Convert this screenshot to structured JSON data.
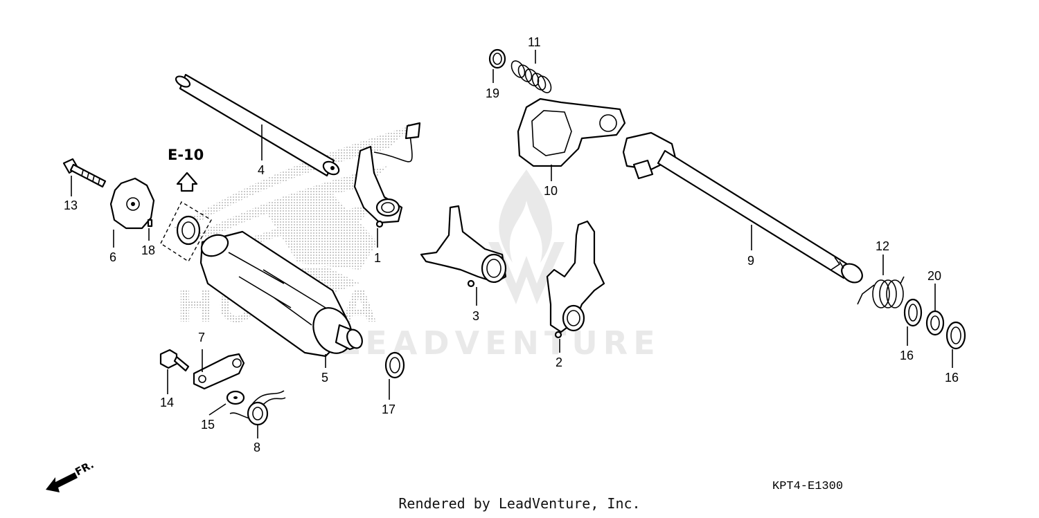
{
  "diagram": {
    "reference": "E-10",
    "front_marker": "FR.",
    "diagram_code": "KPT4-E1300",
    "footer": "Rendered by LeadVenture, Inc.",
    "watermark": "LEADVENTURE",
    "background_mark": "HONDA",
    "callouts": [
      "1",
      "2",
      "3",
      "4",
      "5",
      "6",
      "7",
      "8",
      "9",
      "10",
      "11",
      "12",
      "13",
      "14",
      "15",
      "16",
      "16",
      "17",
      "18",
      "19",
      "20"
    ]
  }
}
